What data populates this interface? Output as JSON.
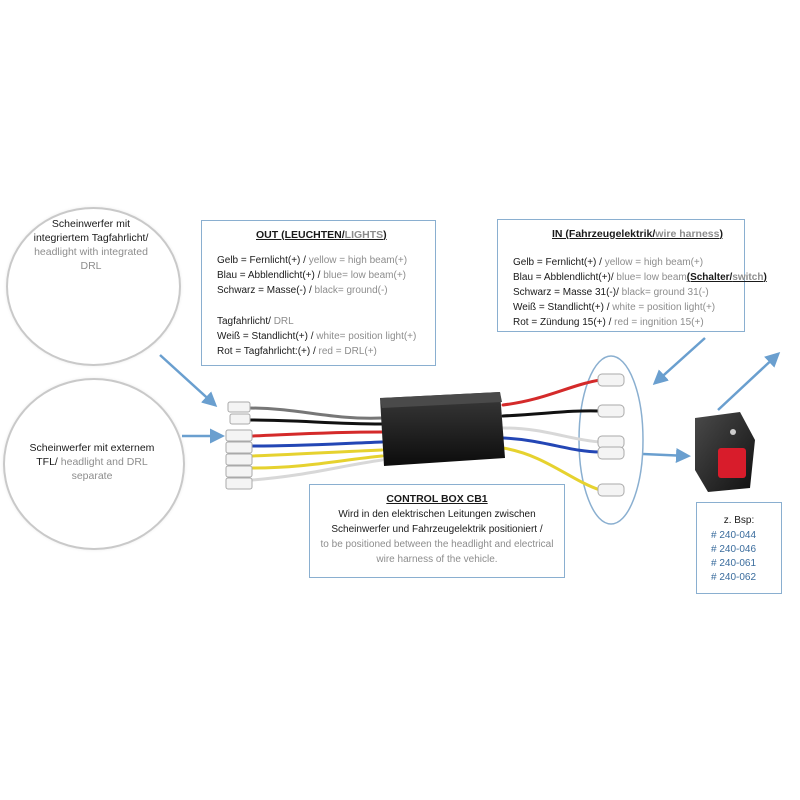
{
  "integrated": {
    "lines": [
      "Scheinwerfer mit",
      "integriertem Tagfahrlicht/"
    ],
    "lines_en": [
      "headlight with integrated",
      "DRL"
    ]
  },
  "external": {
    "lines": [
      "Scheinwerfer mit externem",
      "TFL/"
    ],
    "tail_en": "headlight and DRL",
    "line_en2": "separate"
  },
  "out_box": {
    "title_de": "OUT (LEUCHTEN/",
    "title_en": "LIGHTS",
    "title_end": ")",
    "rows": [
      {
        "de": "Gelb = Fernlicht(+) / ",
        "en": "yellow = high beam(+)"
      },
      {
        "de": "Blau = Abblendlicht(+) / ",
        "en": "blue= low beam(+)"
      },
      {
        "de": "Schwarz = Masse(-) / ",
        "en": "black= ground(-)"
      }
    ],
    "drl_head_de": "Tagfahrlicht/ ",
    "drl_head_en": "DRL",
    "drl_rows": [
      {
        "de": "Weiß = Standlicht(+) / ",
        "en": "white= position light(+)"
      },
      {
        "de": "Rot = Tagfahrlicht:(+) / ",
        "en": "red = DRL(+)"
      }
    ]
  },
  "in_box": {
    "title_de": "IN (Fahrzeugelektrik/",
    "title_en": "wire harness",
    "title_end": ")",
    "rows": [
      {
        "de": "Gelb = Fernlicht(+) / ",
        "en": "yellow = high beam(+)"
      },
      {
        "de": "Blau = Abblendlicht(+)/ ",
        "en": "blue= low beam"
      },
      {
        "de": "Schwarz = Masse  31(-)/ ",
        "en": "black= ground 31(-)"
      },
      {
        "de": "Weiß = Standlicht(+) / ",
        "en": "white = position light(+)"
      },
      {
        "de": "Rot = Zündung 15(+) / ",
        "en": "red = ingnition 15(+)"
      }
    ],
    "switch_de": "(Schalter/",
    "switch_en": "switch",
    "switch_end": ")"
  },
  "control_box": {
    "title": "CONTROL BOX CB1",
    "de_lines": [
      "Wird in den elektrischen Leitungen zwischen",
      "Scheinwerfer und Fahrzeugelektrik positioniert /"
    ],
    "en_lines": [
      "to be positioned between the headlight and electrical",
      "wire harness of the vehicle."
    ]
  },
  "examples": {
    "head": "z. Bsp:",
    "parts": [
      "# 240-044",
      "# 240-046",
      "# 240-061",
      "# 240-062"
    ]
  },
  "colors": {
    "accent_blue": "#6a9fcf",
    "box_border": "#8aafd0",
    "wire_red": "#d42a2a",
    "wire_blue": "#2346b5",
    "wire_yellow": "#e6d22f",
    "wire_black": "#111111",
    "switch_red": "#d81c2b",
    "part_text": "#3a6c9d",
    "grey_text": "#8d8d8d"
  }
}
